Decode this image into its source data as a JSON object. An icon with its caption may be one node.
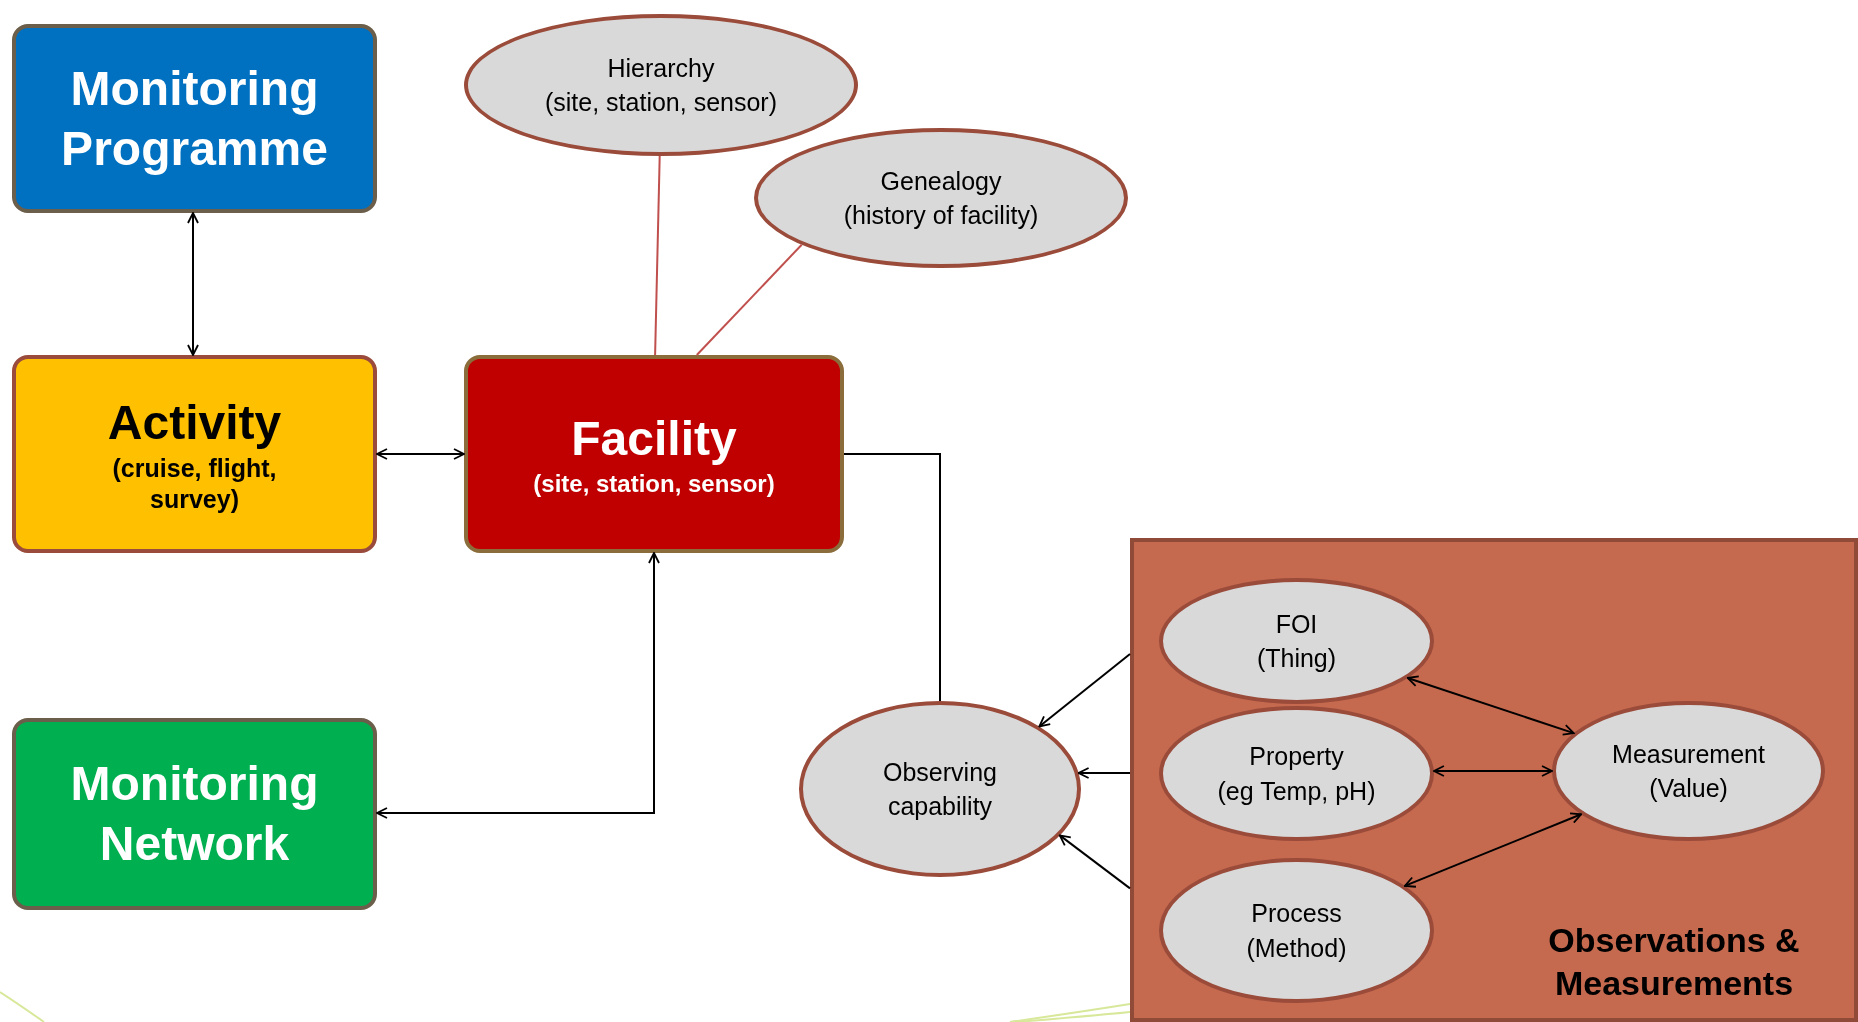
{
  "diagram": {
    "nodes": [
      {
        "text": [
          "Monitoring Programme"
        ]
      },
      {
        "text": [
          "Activity",
          "(cruise, flight, survey)"
        ]
      },
      {
        "text": [
          "Facility",
          "(site, station, sensor)"
        ]
      },
      {
        "text": [
          "Monitoring Network"
        ]
      },
      {
        "text": [
          "Hierarchy",
          "(site, station, sensor)"
        ]
      },
      {
        "text": [
          "Genealogy",
          "(history of facility)"
        ]
      },
      {
        "text": [
          "Observing capability"
        ]
      },
      {
        "text": [
          "Observations & Measurements"
        ]
      },
      {
        "text": [
          "FOI",
          "(Thing)"
        ],
        "in": 7
      },
      {
        "text": [
          "Property",
          "(eg Temp, pH)"
        ],
        "in": 7
      },
      {
        "text": [
          "Process",
          "(Method)"
        ],
        "in": 7
      },
      {
        "text": [
          "Measurement",
          "(Value)"
        ],
        "in": 7
      }
    ],
    "edges": [
      {
        "from": 0,
        "to": 1,
        "arrow": "both"
      },
      {
        "from": 1,
        "to": 2,
        "arrow": "both"
      },
      {
        "from": 2,
        "to": 3,
        "arrow": "both"
      },
      {
        "from": 4,
        "to": 2,
        "arrow": "none",
        "color": "#c0504d"
      },
      {
        "from": 5,
        "to": 2,
        "arrow": "none",
        "color": "#c0504d"
      },
      {
        "from": 2,
        "to": 6,
        "arrow": "none"
      },
      {
        "from": 7,
        "to": 6,
        "arrow": "to"
      },
      {
        "from": 7,
        "to": 6,
        "arrow": "to"
      },
      {
        "from": 7,
        "to": 6,
        "arrow": "to"
      },
      {
        "from": 8,
        "to": 11,
        "arrow": "both"
      },
      {
        "from": 9,
        "to": 11,
        "arrow": "both"
      },
      {
        "from": 10,
        "to": 11,
        "arrow": "both"
      }
    ]
  }
}
